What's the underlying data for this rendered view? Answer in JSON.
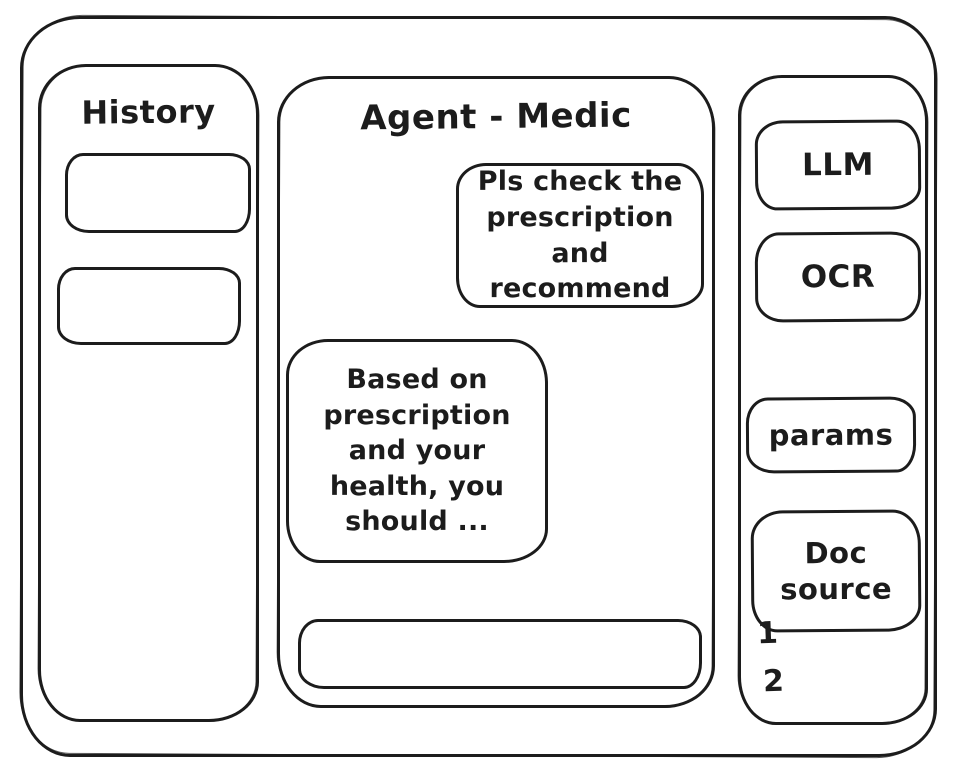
{
  "colors": {
    "ink": "#1c1c1c",
    "background": "#ffffff"
  },
  "history_panel": {
    "title": "History",
    "items": [
      {
        "label": ""
      },
      {
        "label": ""
      }
    ]
  },
  "chat_panel": {
    "title": "Agent - Medic",
    "messages": [
      {
        "role": "user",
        "text": "Pls check the prescription and recommend"
      },
      {
        "role": "assistant",
        "text": "Based on prescription and your health, you should ..."
      }
    ],
    "input": {
      "value": "",
      "placeholder": ""
    }
  },
  "tools_panel": {
    "buttons": [
      {
        "label": "LLM"
      },
      {
        "label": "OCR"
      },
      {
        "label": "params"
      },
      {
        "label": "Doc source"
      }
    ],
    "annotations": [
      "1",
      "2"
    ]
  }
}
